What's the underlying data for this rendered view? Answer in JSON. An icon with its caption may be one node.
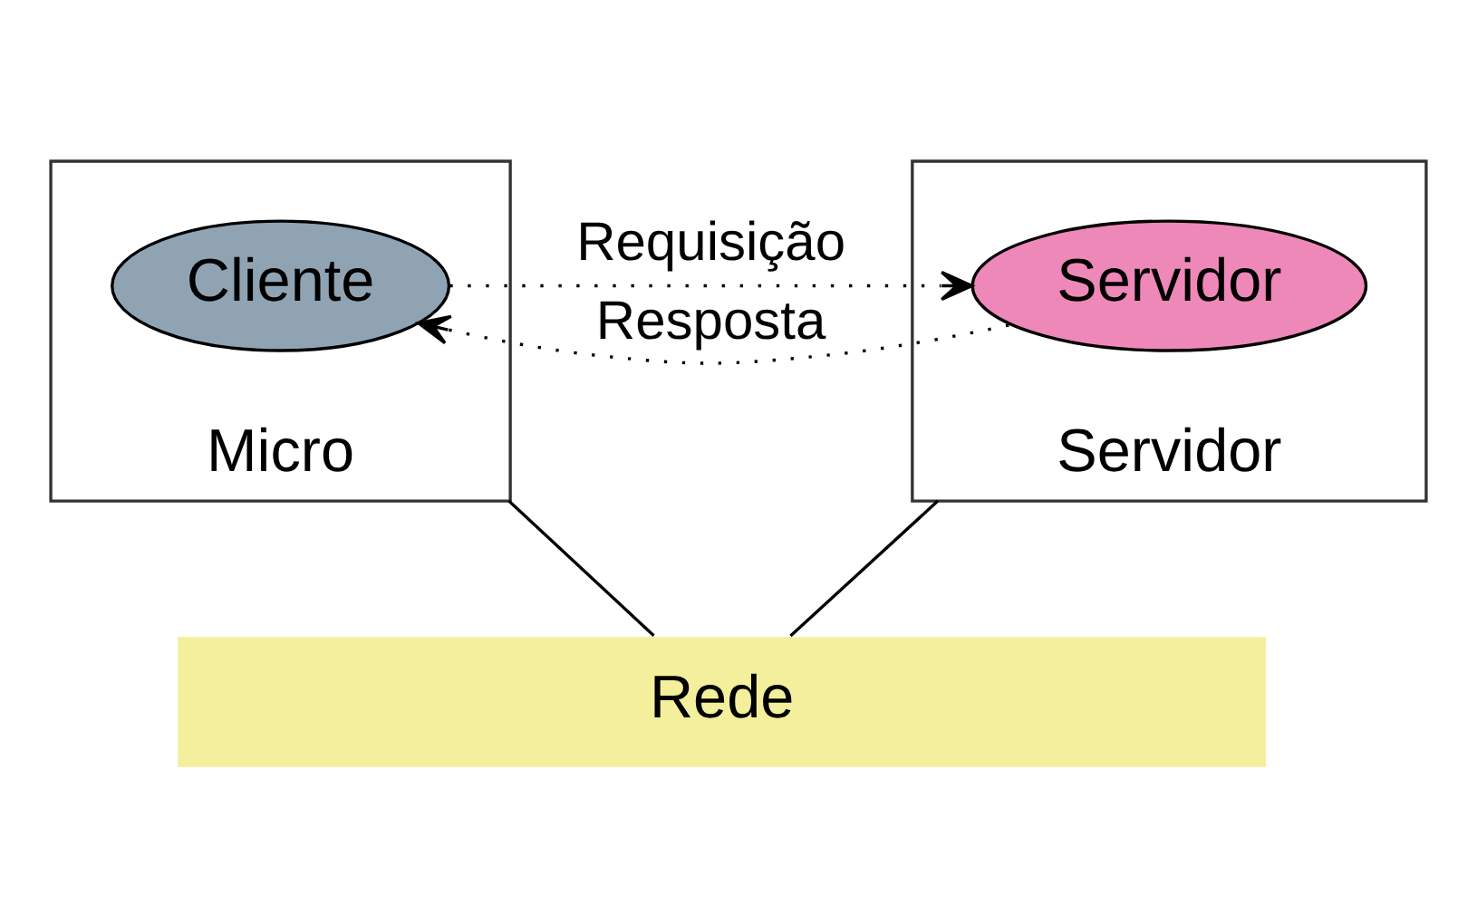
{
  "diagram": {
    "nodes": [
      {
        "text": [
          "Micro"
        ]
      },
      {
        "text": [
          "Cliente"
        ],
        "in": 0
      },
      {
        "text": [
          "Servidor"
        ]
      },
      {
        "text": [
          "Servidor"
        ],
        "in": 2
      },
      {
        "text": [
          "Rede"
        ]
      }
    ],
    "edges": [
      {
        "from": 1,
        "to": 3,
        "arrow": "to",
        "label": "Requisição",
        "style": "dashed"
      },
      {
        "from": 3,
        "to": 1,
        "arrow": "to",
        "label": "Resposta",
        "style": "dashed"
      },
      {
        "from": 0,
        "to": 4,
        "arrow": "none"
      },
      {
        "from": 2,
        "to": 4,
        "arrow": "none"
      }
    ]
  }
}
